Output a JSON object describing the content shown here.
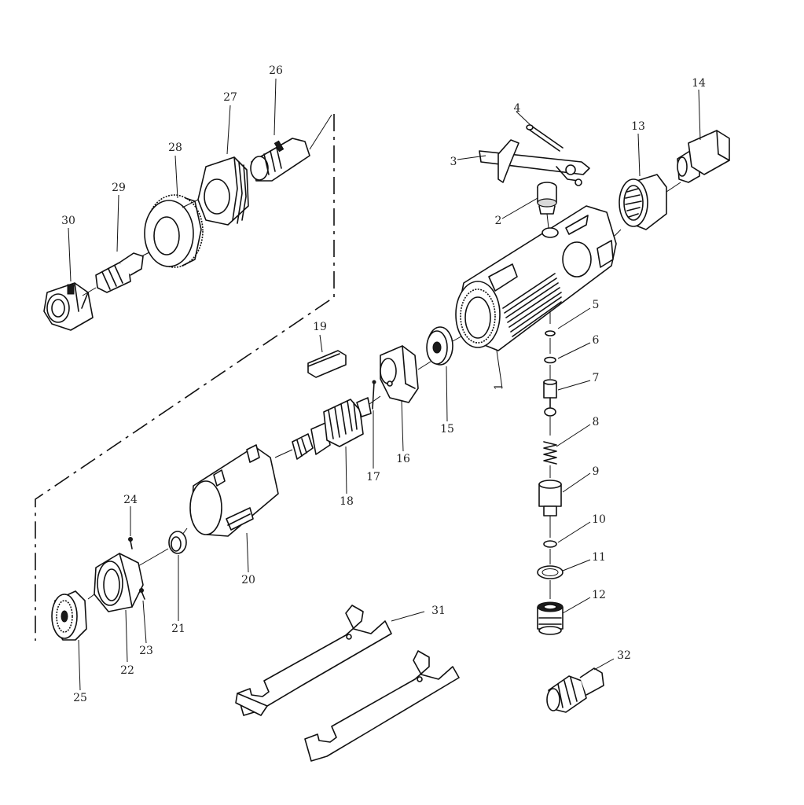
{
  "diagram": {
    "parts": [
      {
        "num": "1"
      },
      {
        "num": "2"
      },
      {
        "num": "3"
      },
      {
        "num": "4"
      },
      {
        "num": "5"
      },
      {
        "num": "6"
      },
      {
        "num": "7"
      },
      {
        "num": "8"
      },
      {
        "num": "9"
      },
      {
        "num": "10"
      },
      {
        "num": "11"
      },
      {
        "num": "12"
      },
      {
        "num": "13"
      },
      {
        "num": "14"
      },
      {
        "num": "15"
      },
      {
        "num": "16"
      },
      {
        "num": "17"
      },
      {
        "num": "18"
      },
      {
        "num": "19"
      },
      {
        "num": "20"
      },
      {
        "num": "21"
      },
      {
        "num": "22"
      },
      {
        "num": "23"
      },
      {
        "num": "24"
      },
      {
        "num": "25"
      },
      {
        "num": "26"
      },
      {
        "num": "27"
      },
      {
        "num": "28"
      },
      {
        "num": "29"
      },
      {
        "num": "30"
      },
      {
        "num": "31"
      },
      {
        "num": "32"
      }
    ]
  }
}
